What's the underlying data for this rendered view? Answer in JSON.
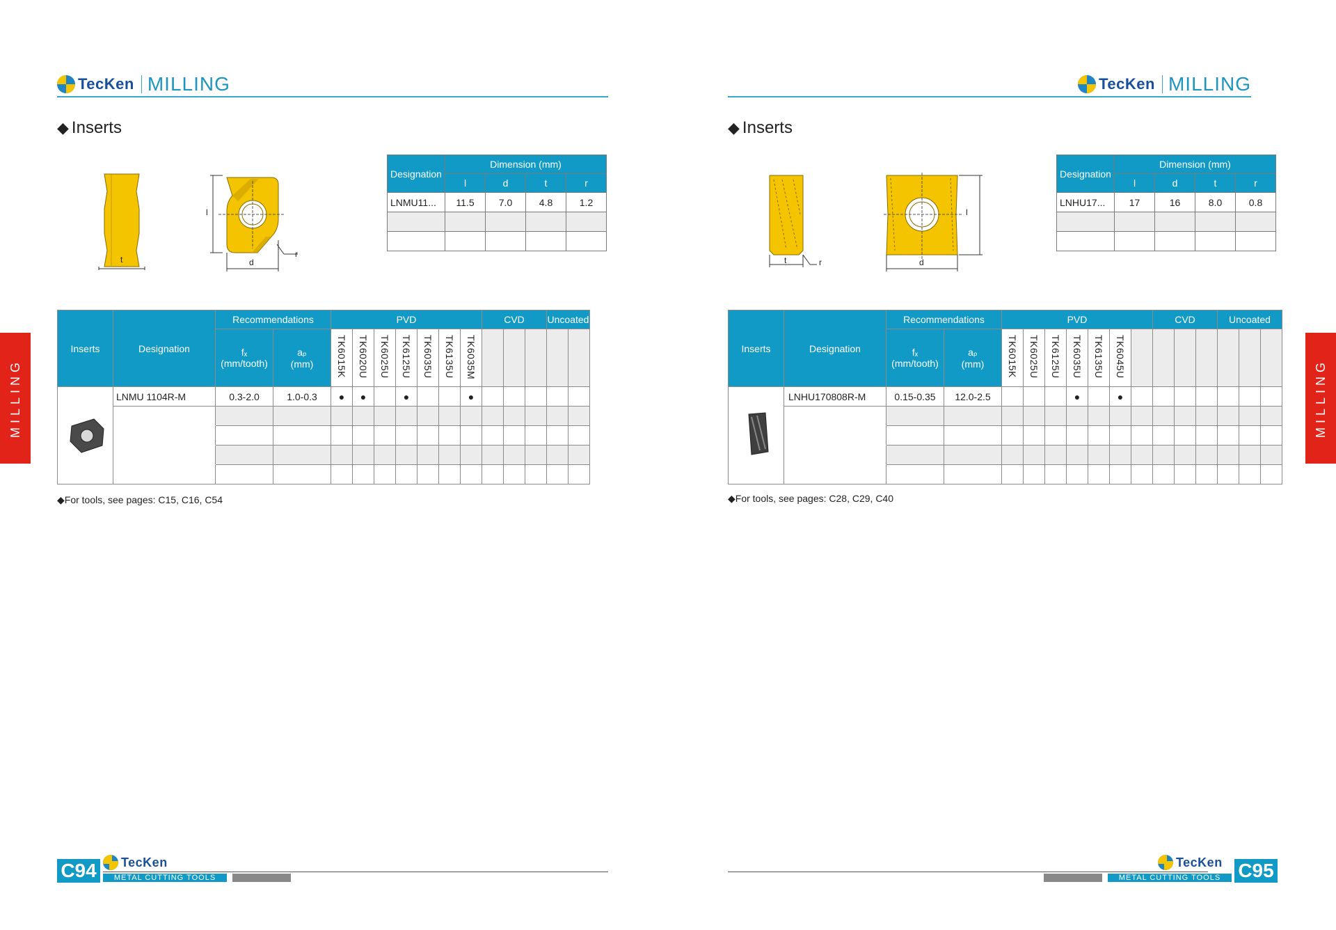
{
  "left": {
    "brand": "TecKen",
    "header_title": "MILLING",
    "section_title": "Inserts",
    "dim_labels": {
      "t": "t",
      "l": "l",
      "d": "d",
      "r": "r"
    },
    "dim_table": {
      "designation_header": "Designation",
      "dimension_header": "Dimension (mm)",
      "cols": [
        "l",
        "d",
        "t",
        "r"
      ],
      "row": {
        "designation": "LNMU11...",
        "l": "11.5",
        "d": "7.0",
        "t": "4.8",
        "r": "1.2"
      }
    },
    "main_table": {
      "inserts_header": "Inserts",
      "designation_header": "Designation",
      "recommendations_header": "Recommendations",
      "fz_header": "fₓ",
      "fz_unit": "(mm/tooth)",
      "ap_header": "aₚ",
      "ap_unit": "(mm)",
      "pvd_header": "PVD",
      "cvd_header": "CVD",
      "uncoated_header": "Uncoated",
      "grades": [
        "TK6015K",
        "TK6020U",
        "TK6025U",
        "TK6125U",
        "TK6035U",
        "TK6135U",
        "TK6035M"
      ],
      "row": {
        "designation": "LNMU 1104R-M",
        "fz": "0.3-2.0",
        "ap": "1.0-0.3",
        "dots": [
          true,
          true,
          false,
          true,
          false,
          false,
          true
        ]
      },
      "dot": "●"
    },
    "note": "◆For tools, see pages: C15, C16, C54",
    "side_tab": "MILLING",
    "page_number": "C94",
    "footer_tagline": "METAL CUTTING TOOLS"
  },
  "right": {
    "brand": "TecKen",
    "header_title": "MILLING",
    "section_title": "Inserts",
    "dim_labels": {
      "t": "t",
      "l": "l",
      "d": "d",
      "r": "r"
    },
    "dim_table": {
      "designation_header": "Designation",
      "dimension_header": "Dimension (mm)",
      "cols": [
        "l",
        "d",
        "t",
        "r"
      ],
      "row": {
        "designation": "LNHU17...",
        "l": "17",
        "d": "16",
        "t": "8.0",
        "r": "0.8"
      }
    },
    "main_table": {
      "inserts_header": "Inserts",
      "designation_header": "Designation",
      "recommendations_header": "Recommendations",
      "fz_header": "fₓ",
      "fz_unit": "(mm/tooth)",
      "ap_header": "aₚ",
      "ap_unit": "(mm)",
      "pvd_header": "PVD",
      "cvd_header": "CVD",
      "uncoated_header": "Uncoated",
      "grades": [
        "TK6015K",
        "TK6025U",
        "TK6125U",
        "TK6035U",
        "TK6135U",
        "TK6045U"
      ],
      "row": {
        "designation": "LNHU170808R-M",
        "fz": "0.15-0.35",
        "ap": "12.0-2.5",
        "dots": [
          false,
          false,
          false,
          true,
          false,
          true
        ]
      },
      "dot": "●"
    },
    "note": "◆For tools, see pages: C28, C29, C40",
    "side_tab": "MILLING",
    "page_number": "C95",
    "footer_tagline": "METAL CUTTING TOOLS"
  },
  "colors": {
    "accent": "#119ac6",
    "tab": "#e2231a",
    "insert_gold": "#f4c400",
    "row_alt": "#ececec"
  }
}
